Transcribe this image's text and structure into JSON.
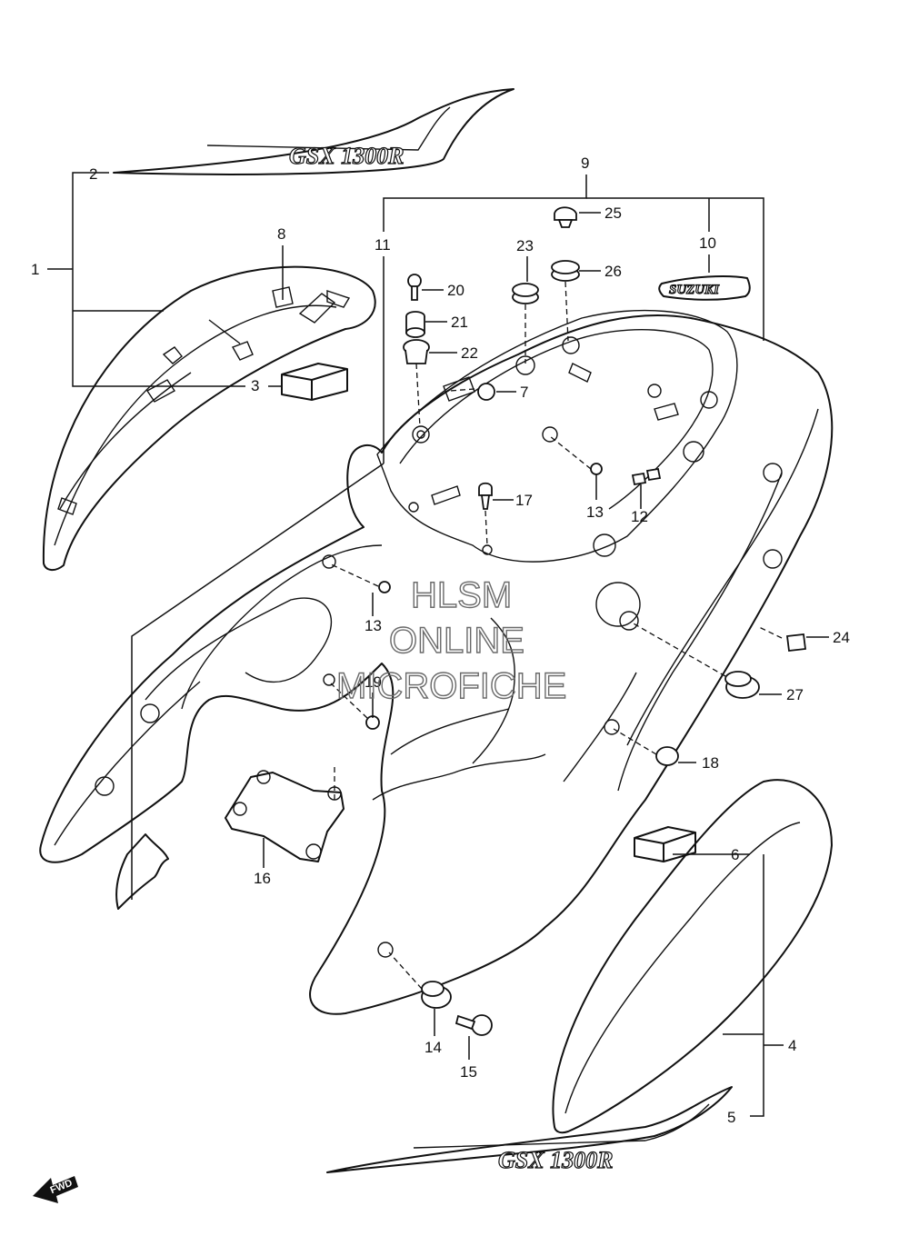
{
  "watermark": {
    "line1": "HLSM",
    "line2": "ONLINE",
    "line3": "MICROFICHE"
  },
  "decal_text": {
    "upper_model": "GSX 1300R",
    "lower_model": "GSX 1300R",
    "brand_emblem": "SUZUKI"
  },
  "direction_marker": "FWD",
  "callouts": {
    "c1": "1",
    "c2": "2",
    "c3": "3",
    "c4": "4",
    "c5": "5",
    "c6": "6",
    "c7": "7",
    "c8": "8",
    "c9": "9",
    "c10": "10",
    "c11": "11",
    "c12": "12",
    "c13a": "13",
    "c13b": "13",
    "c14": "14",
    "c15": "15",
    "c16": "16",
    "c17": "17",
    "c18": "18",
    "c19": "19",
    "c20": "20",
    "c21": "21",
    "c22": "22",
    "c23": "23",
    "c24": "24",
    "c25": "25",
    "c26": "26",
    "c27": "27"
  }
}
